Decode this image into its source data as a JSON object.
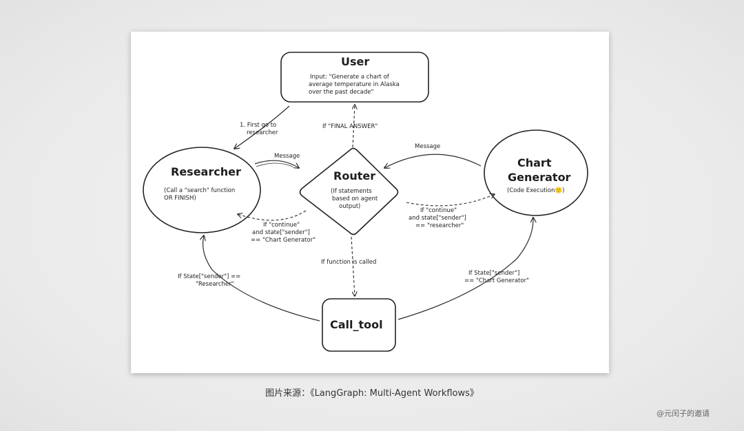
{
  "nodes": {
    "user": {
      "title": "User",
      "subtitle": [
        "Input: \"Generate a chart of",
        "average temperature in Alaska",
        "over the past decade\""
      ]
    },
    "researcher": {
      "title": "Researcher",
      "subtitle": [
        "(Call a \"search\" function",
        "OR FINISH)"
      ]
    },
    "router": {
      "title": "Router",
      "subtitle": [
        "(If statements",
        "based on agent",
        "output)"
      ]
    },
    "chart_generator": {
      "title": [
        "Chart",
        "Generator"
      ],
      "subtitle": [
        "(Code Execution🙂)"
      ]
    },
    "call_tool": {
      "title": "Call_tool"
    }
  },
  "edges": {
    "user_to_researcher": [
      "1. First go to",
      "researcher"
    ],
    "router_to_user": "If \"FINAL ANSWER\"",
    "researcher_to_router": "Message",
    "chart_to_router": "Message",
    "router_to_researcher": [
      "If \"continue\"",
      "and state[\"sender\"]",
      "== \"Chart Generator\""
    ],
    "router_to_chart": [
      "If \"continue\"",
      "and state[\"sender\"]",
      "== \"researcher\""
    ],
    "router_to_calltool": "If function is called",
    "calltool_to_researcher": [
      "If State[\"sender\"] ==",
      "\"Researcher\""
    ],
    "calltool_to_chart": [
      "If State[\"sender\"]",
      "== \"Chart Generator\""
    ]
  },
  "caption": "图片来源：《LangGraph: Multi-Agent Workflows》",
  "watermark": "@元闰子的邀请"
}
